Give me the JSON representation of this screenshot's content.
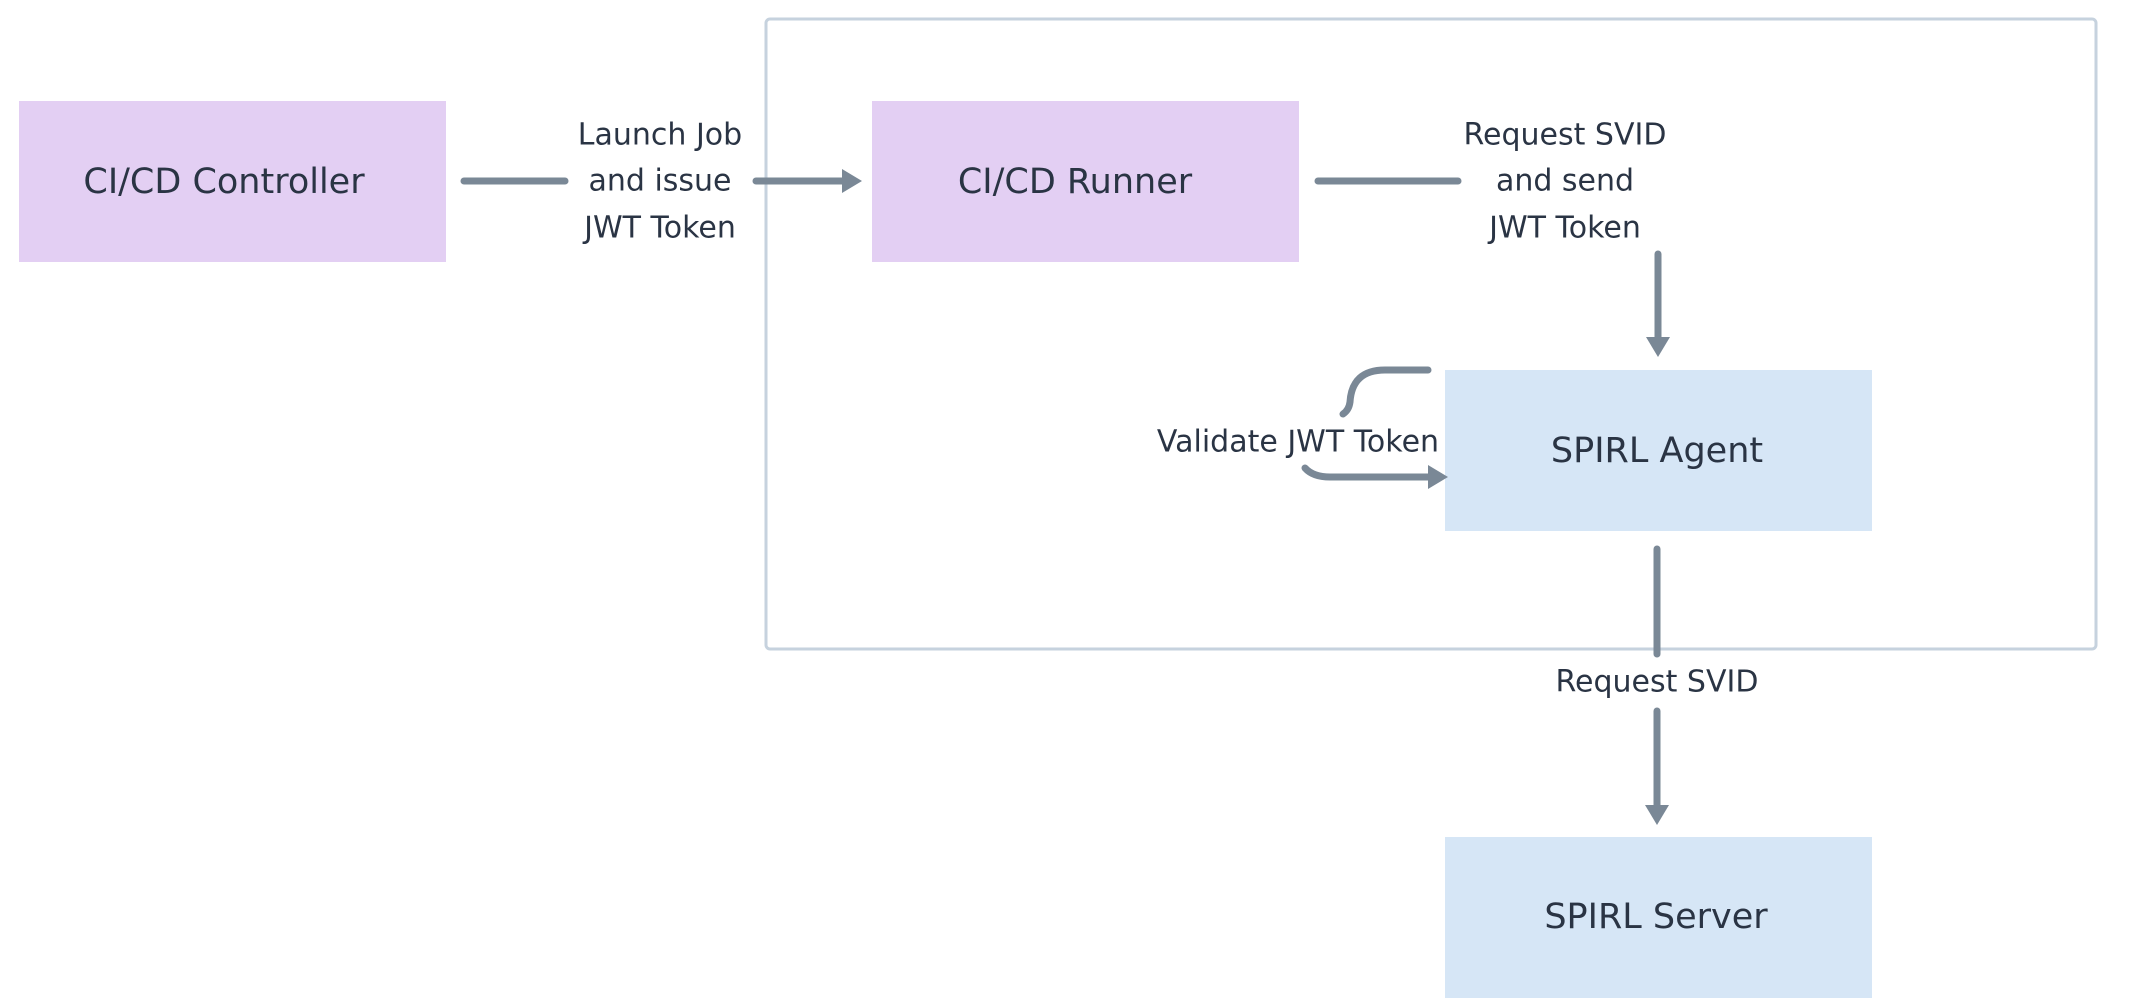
{
  "colors": {
    "purple_node": "#e3cff3",
    "blue_node": "#d6e6f6",
    "boundary": "#c6d2de",
    "connector": "#7a8896",
    "text": "#2a3444"
  },
  "nodes": {
    "controller": {
      "label": "CI/CD Controller"
    },
    "runner": {
      "label": "CI/CD Runner"
    },
    "agent": {
      "label": "SPIRL Agent"
    },
    "server": {
      "label": "SPIRL Server"
    }
  },
  "edges": {
    "launch_job": {
      "lines": [
        "Launch Job",
        "and issue",
        "JWT Token"
      ]
    },
    "request_svid_runner": {
      "lines": [
        "Request SVID",
        "and send",
        "JWT Token"
      ]
    },
    "validate": {
      "lines": [
        "Validate JWT Token"
      ]
    },
    "request_svid_agent": {
      "lines": [
        "Request SVID"
      ]
    }
  }
}
